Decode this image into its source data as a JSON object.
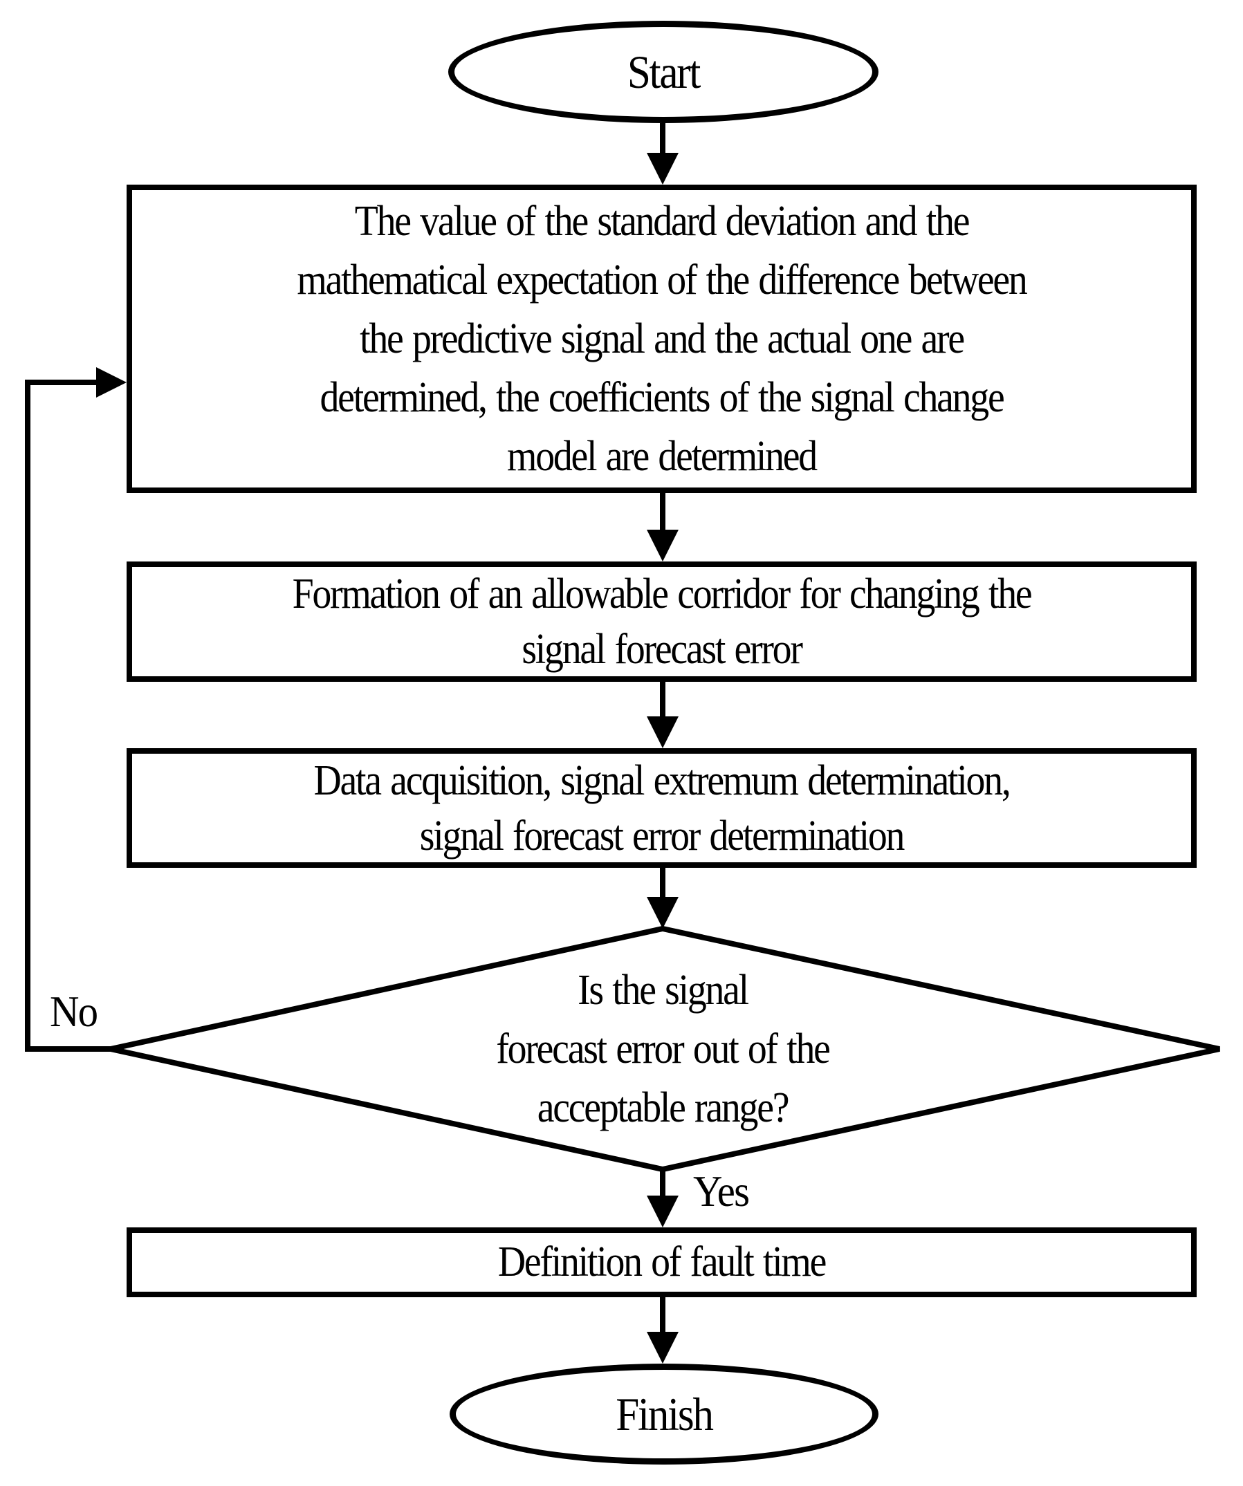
{
  "flowchart": {
    "colors": {
      "background": "#ffffff",
      "stroke": "#000000",
      "text": "#000000"
    },
    "nodes": {
      "start": {
        "shape": "ellipse",
        "label": "Start"
      },
      "model": {
        "shape": "rectangle",
        "lines": [
          "The value of the standard deviation and the",
          "mathematical expectation of the difference between",
          "the predictive signal and the actual one are",
          "determined, the coefficients of the signal change",
          "model are determined"
        ]
      },
      "corridor": {
        "shape": "rectangle",
        "lines": [
          "Formation of an allowable corridor for changing the",
          "signal forecast error"
        ]
      },
      "acquisition": {
        "shape": "rectangle",
        "lines": [
          "Data acquisition, signal extremum determination,",
          "signal forecast error determination"
        ]
      },
      "decision": {
        "shape": "diamond",
        "lines": [
          "Is the signal",
          "forecast error out of the",
          "acceptable range?"
        ]
      },
      "fault": {
        "shape": "rectangle",
        "lines": [
          "Definition of fault time"
        ]
      },
      "finish": {
        "shape": "ellipse",
        "label": "Finish"
      }
    },
    "edges": {
      "yes_label": "Yes",
      "no_label": "No"
    }
  }
}
